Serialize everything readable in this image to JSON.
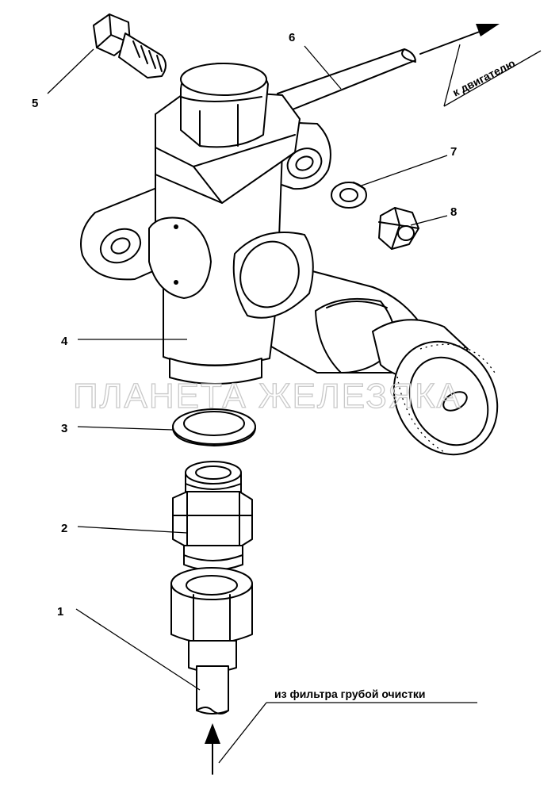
{
  "diagram": {
    "callouts": {
      "c1": "1",
      "c2": "2",
      "c3": "3",
      "c4": "4",
      "c5": "5",
      "c6": "6",
      "c7": "7",
      "c8": "8"
    },
    "annotations": {
      "to_engine": "к двигателю",
      "from_filter": "из фильтра грубой очистки"
    },
    "watermark": "ПЛАНЕТА ЖЕЛЕЗЯКА",
    "line_color": "#000000",
    "watermark_color": "#c9c9c9"
  }
}
